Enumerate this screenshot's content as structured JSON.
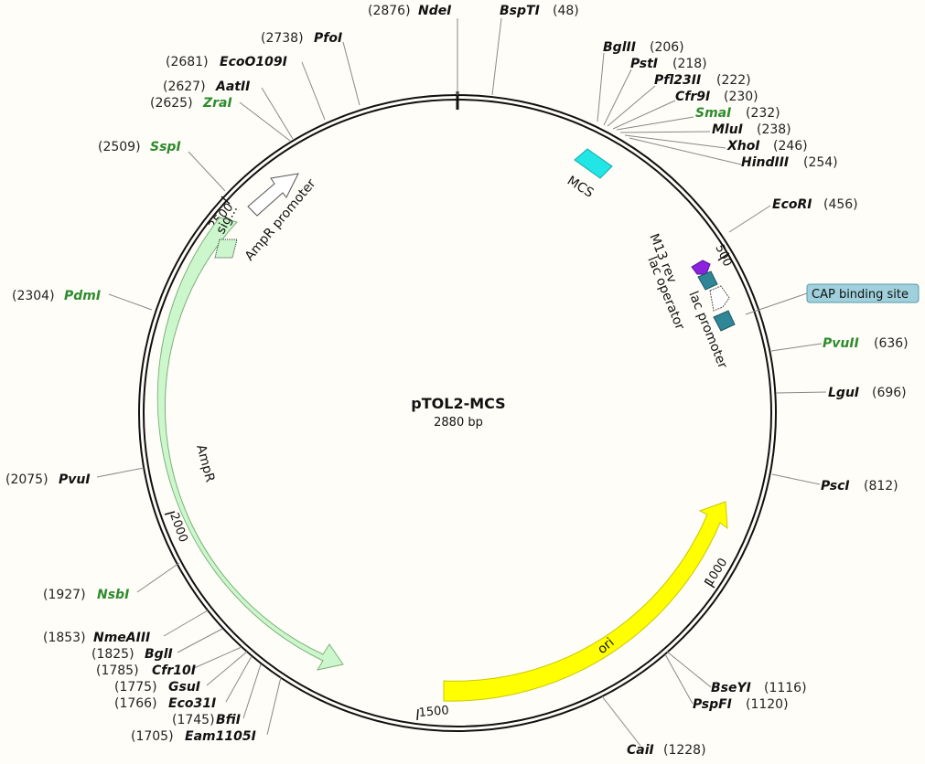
{
  "plasmid": {
    "name": "pTOL2-MCS",
    "length_label": "2880 bp",
    "length": 2880
  },
  "ticks": [
    {
      "pos": 500,
      "label": "500"
    },
    {
      "pos": 1000,
      "label": "1000"
    },
    {
      "pos": 1500,
      "label": "1500"
    },
    {
      "pos": 2000,
      "label": "2000"
    },
    {
      "pos": 2500,
      "label": "2500"
    }
  ],
  "sites": [
    {
      "name": "NdeI",
      "pos": 2876,
      "pos_label": "(2876)",
      "color": "#111111"
    },
    {
      "name": "BspTI",
      "pos": 48,
      "pos_label": "(48)",
      "color": "#111111"
    },
    {
      "name": "BglII",
      "pos": 206,
      "pos_label": "(206)",
      "color": "#111111"
    },
    {
      "name": "PstI",
      "pos": 218,
      "pos_label": "(218)",
      "color": "#111111"
    },
    {
      "name": "Pfl23II",
      "pos": 222,
      "pos_label": "(222)",
      "color": "#111111"
    },
    {
      "name": "Cfr9I",
      "pos": 230,
      "pos_label": "(230)",
      "color": "#111111"
    },
    {
      "name": "SmaI",
      "pos": 232,
      "pos_label": "(232)",
      "color": "#2e8b2e"
    },
    {
      "name": "MluI",
      "pos": 238,
      "pos_label": "(238)",
      "color": "#111111"
    },
    {
      "name": "XhoI",
      "pos": 246,
      "pos_label": "(246)",
      "color": "#111111"
    },
    {
      "name": "HindIII",
      "pos": 254,
      "pos_label": "(254)",
      "color": "#111111"
    },
    {
      "name": "EcoRI",
      "pos": 456,
      "pos_label": "(456)",
      "color": "#111111"
    },
    {
      "name": "PvuII",
      "pos": 636,
      "pos_label": "(636)",
      "color": "#2e8b2e"
    },
    {
      "name": "LguI",
      "pos": 696,
      "pos_label": "(696)",
      "color": "#111111"
    },
    {
      "name": "PscI",
      "pos": 812,
      "pos_label": "(812)",
      "color": "#111111"
    },
    {
      "name": "BseYI",
      "pos": 1116,
      "pos_label": "(1116)",
      "color": "#111111"
    },
    {
      "name": "PspFI",
      "pos": 1120,
      "pos_label": "(1120)",
      "color": "#111111"
    },
    {
      "name": "CaiI",
      "pos": 1228,
      "pos_label": "(1228)",
      "color": "#111111"
    },
    {
      "name": "Eam1105I",
      "pos": 1705,
      "pos_label": "(1705)",
      "color": "#111111"
    },
    {
      "name": "BfiI",
      "pos": 1745,
      "pos_label": "(1745)",
      "color": "#111111"
    },
    {
      "name": "Eco31I",
      "pos": 1766,
      "pos_label": "(1766)",
      "color": "#111111"
    },
    {
      "name": "GsuI",
      "pos": 1775,
      "pos_label": "(1775)",
      "color": "#111111"
    },
    {
      "name": "Cfr10I",
      "pos": 1785,
      "pos_label": "(1785)",
      "color": "#111111"
    },
    {
      "name": "BglI",
      "pos": 1825,
      "pos_label": "(1825)",
      "color": "#111111"
    },
    {
      "name": "NmeAIII",
      "pos": 1853,
      "pos_label": "(1853)",
      "color": "#111111"
    },
    {
      "name": "NsbI",
      "pos": 1927,
      "pos_label": "(1927)",
      "color": "#2e8b2e"
    },
    {
      "name": "PvuI",
      "pos": 2075,
      "pos_label": "(2075)",
      "color": "#111111"
    },
    {
      "name": "PdmI",
      "pos": 2304,
      "pos_label": "(2304)",
      "color": "#2e8b2e"
    },
    {
      "name": "SspI",
      "pos": 2509,
      "pos_label": "(2509)",
      "color": "#2e8b2e"
    },
    {
      "name": "ZraI",
      "pos": 2625,
      "pos_label": "(2625)",
      "color": "#2e8b2e"
    },
    {
      "name": "AatII",
      "pos": 2627,
      "pos_label": "(2627)",
      "color": "#111111"
    },
    {
      "name": "EcoO109I",
      "pos": 2681,
      "pos_label": "(2681)",
      "color": "#111111"
    },
    {
      "name": "PfoI",
      "pos": 2738,
      "pos_label": "(2738)",
      "color": "#111111"
    }
  ],
  "features": [
    {
      "name": "MCS",
      "label": "MCS",
      "type": "box",
      "color": "#22e5e5"
    },
    {
      "name": "M13 rev",
      "label": "M13 rev",
      "type": "arrow",
      "color": "#8b22dd"
    },
    {
      "name": "lac operator",
      "label": "lac operator",
      "type": "box",
      "color": "#2f8696"
    },
    {
      "name": "lac promoter",
      "label": "lac promoter",
      "type": "arrow",
      "color": "#ffffff"
    },
    {
      "name": "CAP binding site",
      "label": "CAP binding site",
      "type": "box",
      "color": "#2f8696"
    },
    {
      "name": "ori",
      "label": "ori",
      "type": "arrow",
      "color": "#ffff00"
    },
    {
      "name": "AmpR",
      "label": "AmpR",
      "type": "arrow",
      "color": "#ccf7cc"
    },
    {
      "name": "sig...",
      "label": "sig...",
      "type": "box",
      "color": "#ccf7cc"
    },
    {
      "name": "AmpR promoter",
      "label": "AmpR promoter",
      "type": "arrow",
      "color": "#ffffff"
    }
  ]
}
